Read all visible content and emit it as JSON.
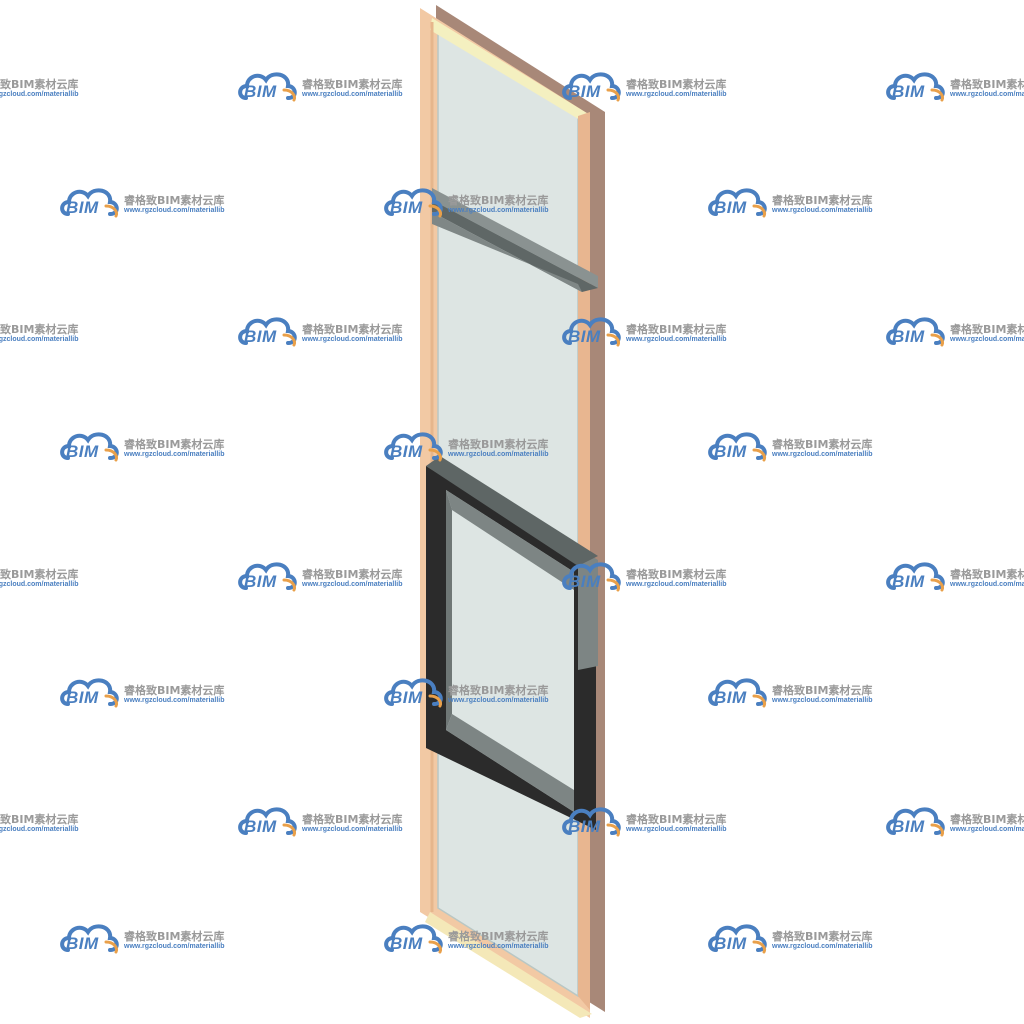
{
  "watermark": {
    "mark": "BIM",
    "name": "睿格致BIM素材云库",
    "url": "www.rgzcloud.com/materiallib"
  },
  "colors": {
    "frame": "#f2c9a4",
    "frame_shadow": "#a88878",
    "frame_top": "#f4f0c0",
    "glass": "#dde5e3",
    "glass_edge": "#b9c7c4",
    "transom": "#7f8786",
    "sash": "#2b2b2b",
    "sash_inner": "#7d8584",
    "watermark_blue": "#4a7fc0",
    "watermark_orange": "#e9a04a",
    "watermark_gray": "#9a9a9a"
  }
}
